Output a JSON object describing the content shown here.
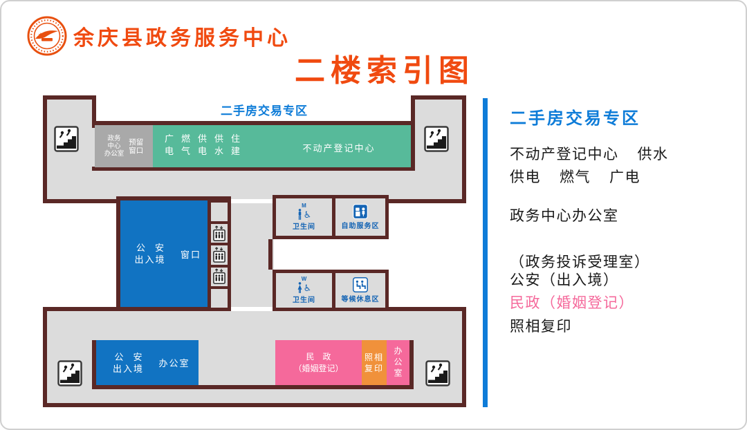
{
  "header": {
    "org_name": "余庆县政务服务中心",
    "page_title": "二楼索引图"
  },
  "plan": {
    "zone_label": "二手房交易专区",
    "top_row": {
      "gov_center_office": {
        "line1": "政务",
        "line2": "中心",
        "line3": "办公室"
      },
      "reserved_window": {
        "line1": "预留",
        "line2": "窗口"
      },
      "utilities_top": "广燃供供住",
      "utilities_bottom": "电气电水建",
      "real_estate_center": "不动产登记中心"
    },
    "middle": {
      "exit_entry_windows": {
        "line1": "公安",
        "line2": "出入境",
        "suffix": "窗口"
      },
      "restroom_m": {
        "letter": "M",
        "label": "卫生间"
      },
      "self_service": "自助服务区",
      "restroom_w": {
        "letter": "W",
        "label": "卫生间"
      },
      "waiting_area": "等候休息区"
    },
    "bottom_row": {
      "exit_entry_office": {
        "line1": "公安",
        "line2": "出入境",
        "suffix": "办公室"
      },
      "civil_affairs": {
        "line1": "民政",
        "line2": "（婚姻登记）"
      },
      "photo_copy": {
        "line1": "照相",
        "line2": "复印"
      },
      "office": "办公室"
    }
  },
  "sidebar": {
    "heading": "二手房交易专区",
    "row1": [
      "不动产登记中心",
      "供水"
    ],
    "row2": [
      "供电",
      "燃气",
      "广电"
    ],
    "row3": "政务中心办公室",
    "row4": "（政务投诉受理室）",
    "row5": "公安（出入境）",
    "row6": "民政（婚姻登记）",
    "row7": "照相复印"
  },
  "colors": {
    "accent_orange": "#F04A10",
    "accent_blue": "#0E7CD8",
    "wall_brown": "#5A2826",
    "floor_gray": "#DCDCDC",
    "room_blue": "#1173C2",
    "room_green": "#57BA9A",
    "room_pink": "#F5699B",
    "room_orange": "#F0913B",
    "room_gray": "#A9A9A9",
    "icon_blue": "#1464B4"
  }
}
